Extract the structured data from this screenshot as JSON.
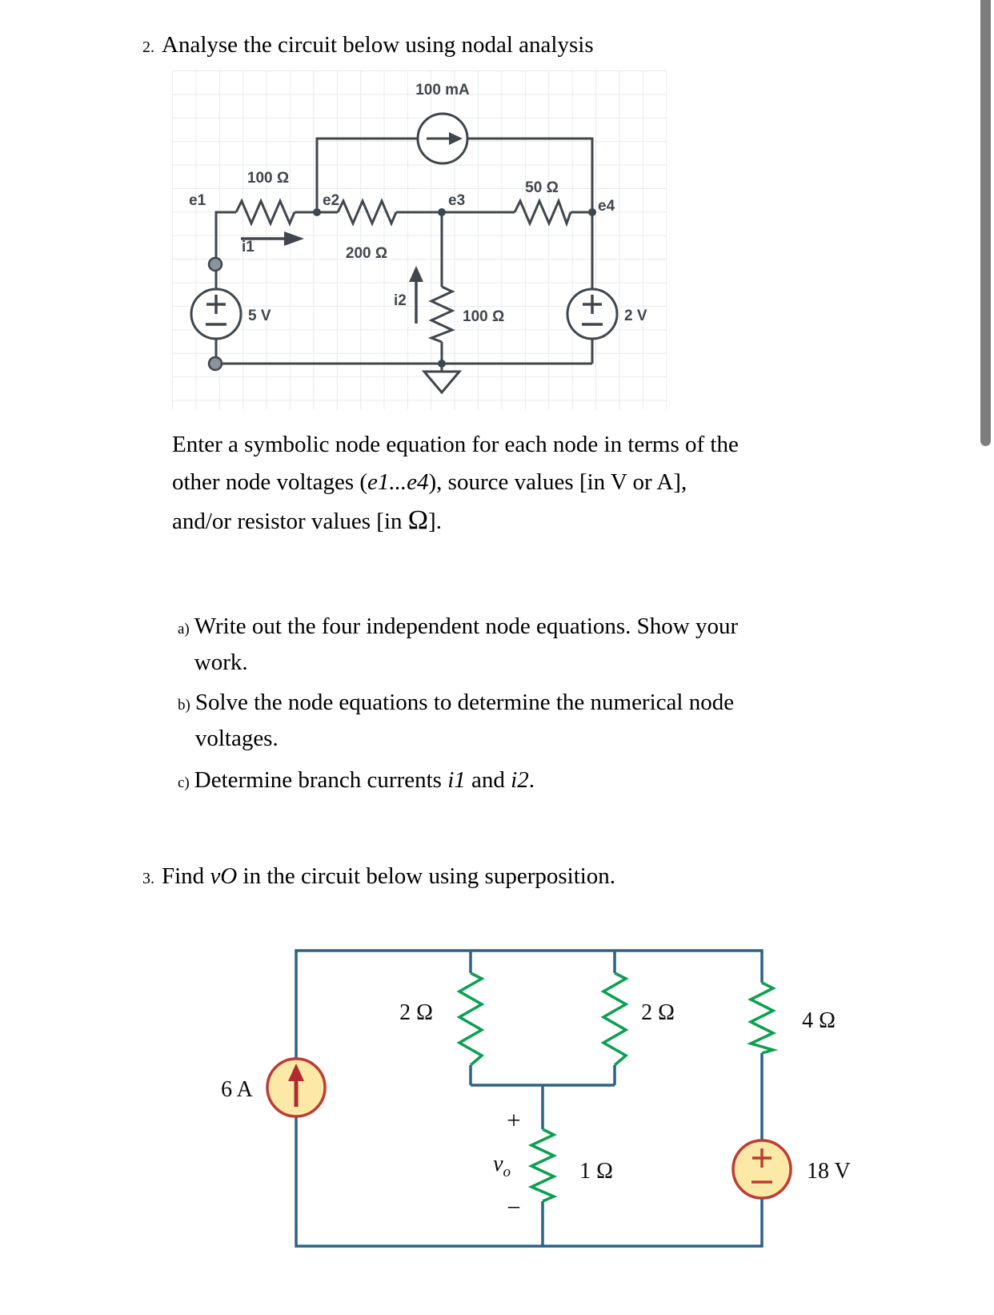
{
  "page": {
    "title": {
      "num": "2.",
      "text": "Analyse the circuit below using nodal analysis"
    },
    "paragraph": {
      "line1": "Enter a symbolic node equation for each node in terms of the",
      "line2_pre": "other node voltages (",
      "line2_em": "e1...e4",
      "line2_post": "), source values [in V or A],",
      "line3_pre": "and/or resistor values [in ",
      "line3_omega": "Ω",
      "line3_post": "]."
    },
    "items": {
      "a_label": "a)",
      "a_line1": "Write out the four independent node equations. Show your",
      "a_line2": "work.",
      "b_label": "b)",
      "b_line1": "Solve the node equations to determine the numerical node",
      "b_line2": "voltages.",
      "c_label": "c)",
      "c_pre": "Determine branch currents ",
      "c_i1": "i1",
      "c_mid": " and ",
      "c_i2": "i2",
      "c_post": "."
    },
    "heading3": {
      "num": "3.",
      "pre": "Find ",
      "em": "vO",
      "post": " in the circuit below using superposition."
    }
  },
  "circuit1": {
    "current_source": "100 mA",
    "r_left": "100 Ω",
    "r_mid": "200 Ω",
    "r_right": "50 Ω",
    "r_vert": "100 Ω",
    "v_left": "5 V",
    "v_right": "2 V",
    "nodes": {
      "e1": "e1",
      "e2": "e2",
      "e3": "e3",
      "e4": "e4"
    },
    "currents": {
      "i1": "i1",
      "i2": "i2"
    },
    "icons": [
      "current-source-icon",
      "voltage-source-icon",
      "ground-icon",
      "resistor-icon"
    ],
    "colors": {
      "stroke": "#3f464d",
      "grid": "#e7eaec"
    }
  },
  "circuit2": {
    "i_source": "6 A",
    "v_source": "18 V",
    "r1": "2 Ω",
    "r2": "2 Ω",
    "r3": "4 Ω",
    "r4": "1 Ω",
    "vo_v": "v",
    "vo_sub": "o",
    "plus": "+",
    "minus": "−",
    "icons": [
      "current-source-icon",
      "voltage-source-icon",
      "resistor-icon"
    ],
    "colors": {
      "wire": "#2c6286",
      "resistor": "#0aa04f",
      "source_fill": "#fce9a8",
      "source_stroke": "#bf3b33",
      "arrow": "#b02a30"
    }
  }
}
